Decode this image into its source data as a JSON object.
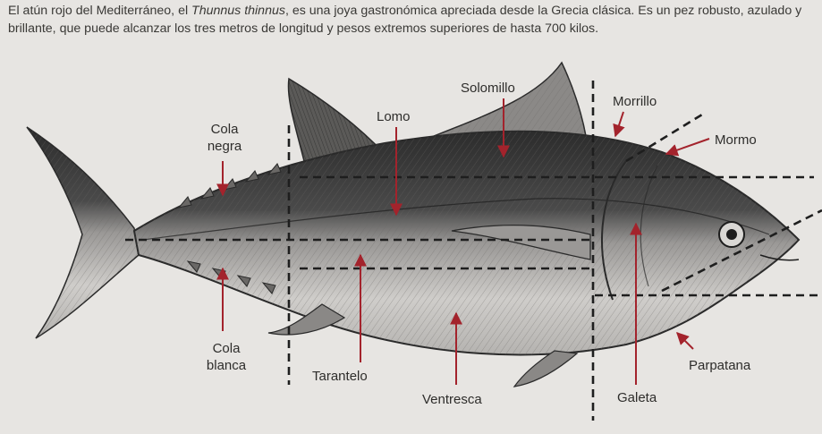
{
  "intro": {
    "part1": "El atún rojo del Mediterráneo, el ",
    "species": "Thunnus thinnus",
    "part2": ", es una joya gastronómica apreciada desde la Grecia clásica. Es un pez robusto, azulado y brillante, que puede alcanzar los tres metros de longitud y pesos extremos superiores de hasta 700 kilos."
  },
  "labels": {
    "solomillo": "Solomillo",
    "morrillo": "Morrillo",
    "lomo": "Lomo",
    "cola_negra_1": "Cola",
    "cola_negra_2": "negra",
    "mormo": "Mormo",
    "cola_blanca_1": "Cola",
    "cola_blanca_2": "blanca",
    "tarantelo": "Tarantelo",
    "ventresca": "Ventresca",
    "galeta": "Galeta",
    "parpatana": "Parpatana"
  },
  "colors": {
    "arrow": "#a3232c",
    "ink": "#2a2a2a",
    "paper": "#e7e5e2"
  }
}
